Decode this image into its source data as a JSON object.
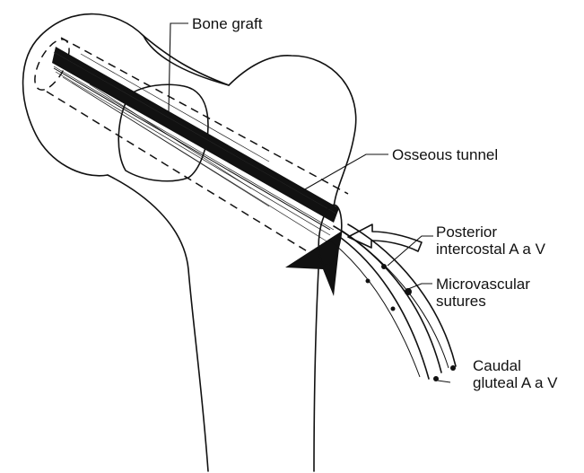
{
  "labels": {
    "bone_graft": "Bone graft",
    "osseous_tunnel": "Osseous tunnel",
    "posterior_line1": "Posterior",
    "posterior_line2": "intercostal A a V",
    "microvascular_line1": "Microvascular",
    "microvascular_line2": "sutures",
    "caudal_line1": "Caudal",
    "caudal_line2": "gluteal A a V"
  },
  "colors": {
    "ink": "#111111",
    "background": "#ffffff"
  }
}
